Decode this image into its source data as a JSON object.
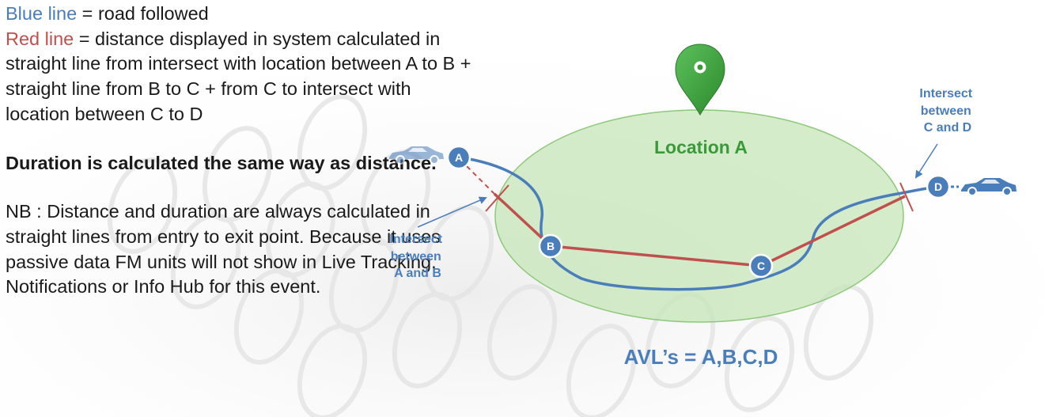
{
  "legend": {
    "blue_word": "Blue line",
    "blue_rest": " = road followed",
    "red_word": "Red line",
    "red_rest": " = distance displayed in system calculated in straight line from intersect with location between A to B + straight line from B to C + from C to intersect with location between C to D"
  },
  "duration_note": "Duration is calculated the same way as distance.",
  "nb_note": "NB : Distance and duration are always calculated in straight lines from entry to exit point. Because it uses passive data FM units will not show in Live Tracking, Notifications or Info Hub for this event.",
  "location_label": "Location A",
  "intersect_ab": {
    "line1": "Intersect",
    "line2": "between",
    "line3": "A and B"
  },
  "intersect_cd": {
    "line1": "Intersect",
    "line2": "between",
    "line3": "C and D"
  },
  "markers": {
    "a": "A",
    "b": "B",
    "c": "C",
    "d": "D"
  },
  "avl_label": "AVL’s = A,B,C,D",
  "colors": {
    "blue": "#4a7ebb",
    "red": "#c0504d",
    "location_fill": "#c6e6b8",
    "location_stroke": "#8dc97a",
    "pin": "#3a9a3a"
  },
  "icons": {
    "vehicle_start": "car-icon",
    "vehicle_end": "car-icon",
    "location": "map-pin-icon"
  }
}
